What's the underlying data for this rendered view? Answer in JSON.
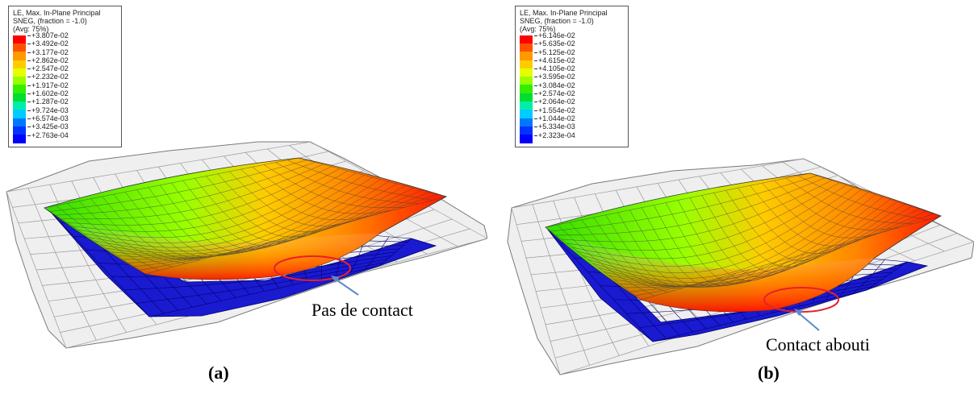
{
  "panels": [
    {
      "id": "a",
      "legend": {
        "title_line1": "LE, Max. In-Plane Principal",
        "title_line2": "SNEG, (fraction = -1.0)",
        "title_line3": "(Avg: 75%)",
        "values": [
          "+3.807e-02",
          "+3.492e-02",
          "+3.177e-02",
          "+2.862e-02",
          "+2.547e-02",
          "+2.232e-02",
          "+1.917e-02",
          "+1.602e-02",
          "+1.287e-02",
          "+9.724e-03",
          "+6.574e-03",
          "+3.425e-03",
          "+2.763e-04"
        ]
      },
      "annotation": "Pas de contact",
      "caption": "(a)"
    },
    {
      "id": "b",
      "legend": {
        "title_line1": "LE, Max. In-Plane Principal",
        "title_line2": "SNEG, (fraction = -1.0)",
        "title_line3": "(Avg: 75%)",
        "values": [
          "+6.146e-02",
          "+5.635e-02",
          "+5.125e-02",
          "+4.615e-02",
          "+4.105e-02",
          "+3.595e-02",
          "+3.084e-02",
          "+2.574e-02",
          "+2.064e-02",
          "+1.554e-02",
          "+1.044e-02",
          "+5.334e-03",
          "+2.323e-04"
        ]
      },
      "annotation": "Contact abouti",
      "caption": "(b)"
    }
  ],
  "colors": {
    "contour_scale": [
      "#ff0000",
      "#ff5000",
      "#ff9900",
      "#ffcc00",
      "#e6ff00",
      "#99ff00",
      "#33ee00",
      "#00dd33",
      "#00eeaa",
      "#00ccff",
      "#0077ff",
      "#0033ff",
      "#0000ff"
    ],
    "highlight": "#e8202a",
    "arrow": "#5b8bc9",
    "base_plate": "#1a1ad0",
    "frame_mesh": "#ececec"
  }
}
